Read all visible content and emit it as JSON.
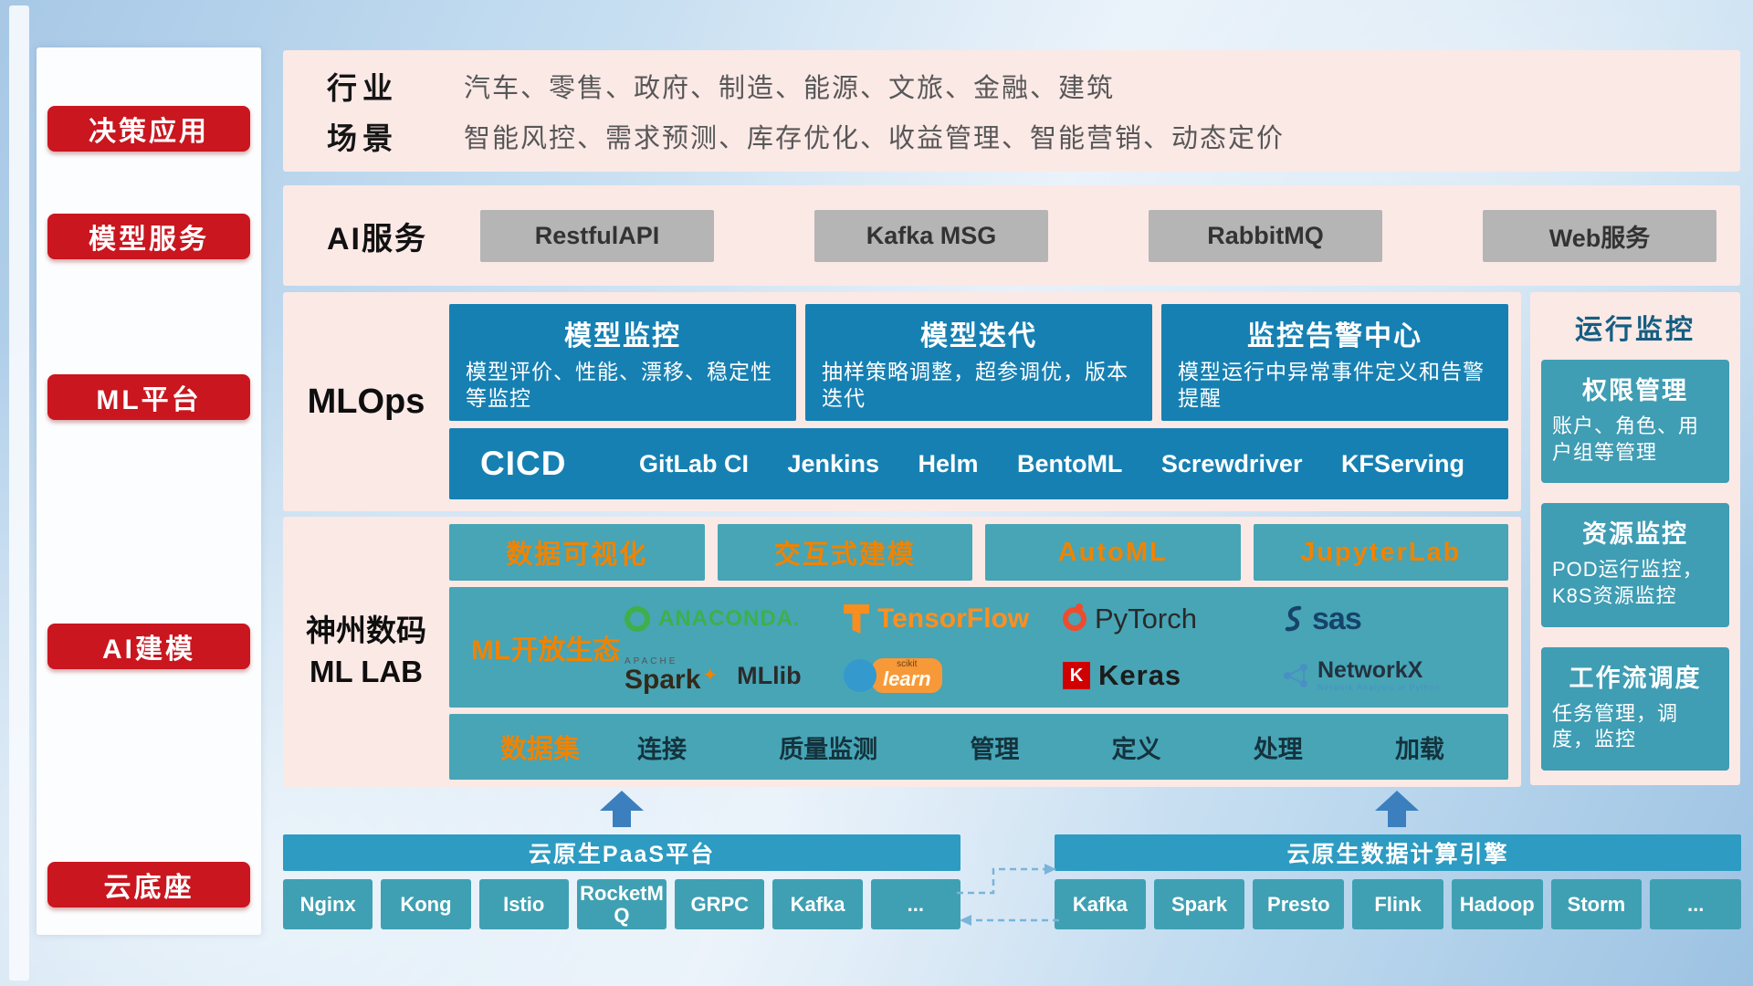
{
  "colors": {
    "accent_red": "#c9161f",
    "panel_pink": "#fbe9e6",
    "deep_blue": "#1780b2",
    "teal": "#47a5b6",
    "header_teal": "#2d9bc2",
    "orange": "#f08300",
    "gray_button": "#b5b5b5"
  },
  "sidebar": {
    "items": [
      {
        "label": "决策应用"
      },
      {
        "label": "模型服务"
      },
      {
        "label": "ML平台"
      },
      {
        "label": "AI建模"
      },
      {
        "label": "云底座"
      }
    ]
  },
  "industry": {
    "rows": [
      {
        "label": "行业",
        "value": "汽车、零售、政府、制造、能源、文旅、金融、建筑"
      },
      {
        "label": "场景",
        "value": "智能风控、需求预测、库存优化、收益管理、智能营销、动态定价"
      }
    ]
  },
  "ai": {
    "label": "AI服务",
    "services": [
      "RestfulAPI",
      "Kafka MSG",
      "RabbitMQ",
      "Web服务"
    ]
  },
  "mlops": {
    "label": "MLOps",
    "cards": [
      {
        "title": "模型监控",
        "desc": "模型评价、性能、漂移、稳定性等监控"
      },
      {
        "title": "模型迭代",
        "desc": "抽样策略调整，超参调优，版本迭代"
      },
      {
        "title": "监控告警中心",
        "desc": "模型运行中异常事件定义和告警提醒"
      }
    ],
    "cicd_title": "CICD",
    "cicd_tools": [
      "GitLab CI",
      "Jenkins",
      "Helm",
      "BentoML",
      "Screwdriver",
      "KFServing"
    ]
  },
  "monitor": {
    "title": "运行监控",
    "cards": [
      {
        "title": "权限管理",
        "desc": "账户、角色、用户组等管理"
      },
      {
        "title": "资源监控",
        "desc": "POD运行监控，K8S资源监控"
      },
      {
        "title": "工作流调度",
        "desc": "任务管理，调度，监控"
      }
    ]
  },
  "mllab": {
    "label_line1": "神州数码",
    "label_line2": "ML LAB",
    "top_buttons": [
      "数据可视化",
      "交互式建模",
      "AutoML",
      "JupyterLab"
    ],
    "eco_label": "ML开放生态",
    "logos": {
      "anaconda": "ANACONDA.",
      "tensorflow": "TensorFlow",
      "pytorch": "PyTorch",
      "sas": "sas",
      "spark_small": "APACHE",
      "spark": "Spark",
      "spark_star": "✦",
      "mllib": "MLlib",
      "scikit_small": "scikit",
      "scikit_learn": "learn",
      "keras_k": "K",
      "keras": "Keras",
      "networkx": "NetworkX",
      "networkx_sub": "Network Analysis in Python"
    },
    "dataset": {
      "label": "数据集",
      "items": [
        "连接",
        "质量监测",
        "管理",
        "定义",
        "处理",
        "加载"
      ]
    }
  },
  "paas": {
    "title": "云原生PaaS平台",
    "items": [
      "Nginx",
      "Kong",
      "Istio",
      "RocketMQ",
      "GRPC",
      "Kafka",
      "..."
    ]
  },
  "engine": {
    "title": "云原生数据计算引擎",
    "items": [
      "Kafka",
      "Spark",
      "Presto",
      "Flink",
      "Hadoop",
      "Storm",
      "..."
    ]
  }
}
